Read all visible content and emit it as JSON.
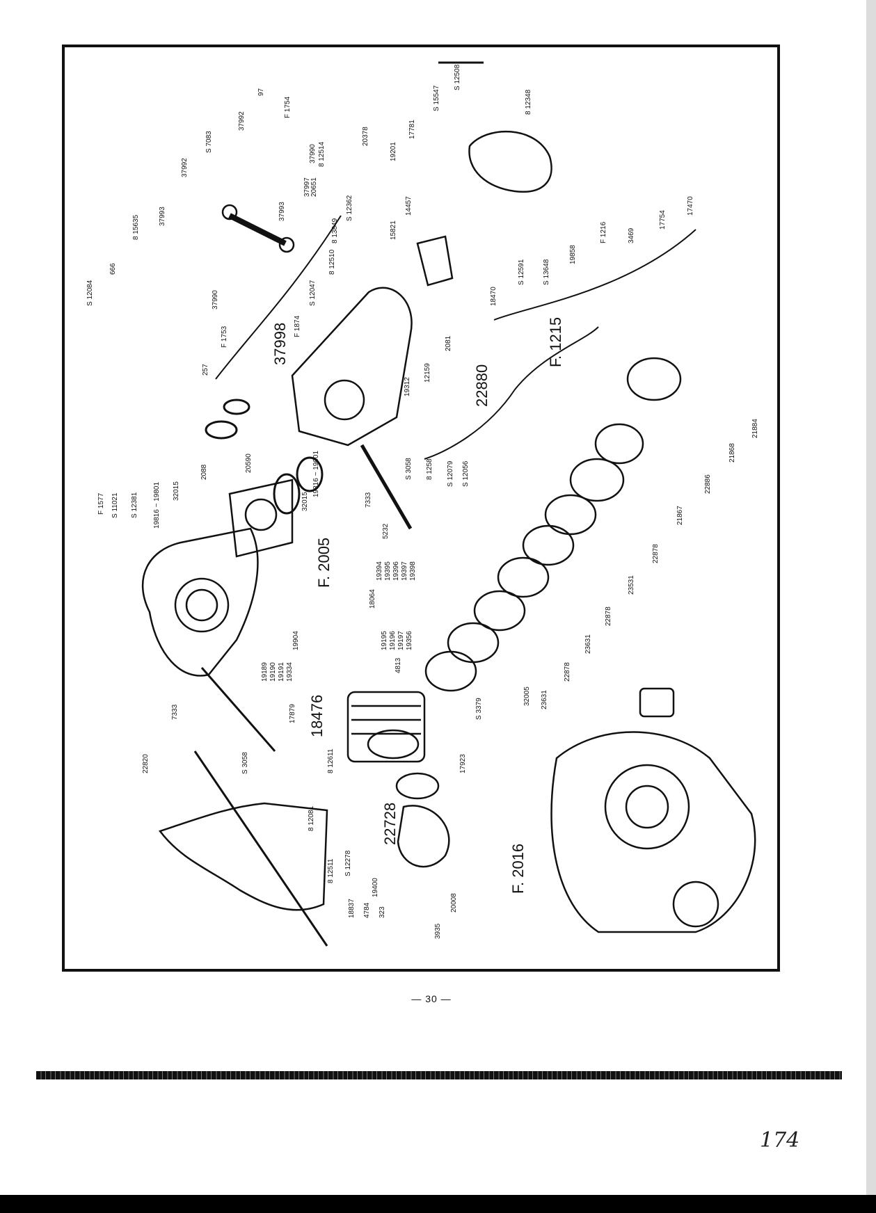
{
  "diagram": {
    "group_labels": [
      "F. 2016",
      "F. 2005",
      "F. 1215"
    ],
    "callouts_big": [
      "37998",
      "22880",
      "18476",
      "22728"
    ],
    "callouts": [
      "97",
      "F 1754",
      "37992",
      "S 7083",
      "37992",
      "37993",
      "8 15635",
      "666",
      "S 12084",
      "37990",
      "F 1753",
      "257",
      "37997",
      "20651",
      "37990",
      "8 12514",
      "20378",
      "37993",
      "8 13849",
      "S 12362",
      "8 12510",
      "S 12047",
      "F 1874",
      "19312",
      "12159",
      "2081",
      "S 15547",
      "S 12508",
      "8 12348",
      "17781",
      "19201",
      "14457",
      "15821",
      "18470",
      "S 12591",
      "S 13648",
      "19858",
      "F 1216",
      "3469",
      "17754",
      "17470",
      "F 1577",
      "S 11021",
      "S 12381",
      "19816 ~ 19801",
      "32015",
      "2088",
      "20590",
      "19816 ~ 19001",
      "32015",
      "7333",
      "S 3058",
      "8 1258",
      "S 12079",
      "S 12056",
      "5232",
      "19394",
      "19395",
      "19396",
      "19397",
      "19398",
      "18064",
      "19195",
      "19196",
      "19197",
      "19356",
      "4813",
      "19189",
      "19190",
      "19191",
      "19334",
      "19904",
      "17879",
      "S 3379",
      "7333",
      "S 3058",
      "8 12611",
      "8 12081",
      "22820",
      "8 12511",
      "S 12278",
      "19400",
      "17923",
      "20008",
      "18837",
      "4784",
      "323",
      "3935",
      "21884",
      "21868",
      "22886",
      "21867",
      "22878",
      "23531",
      "22878",
      "23631",
      "22878",
      "23631",
      "32005"
    ]
  },
  "page_number": "— 30 —",
  "handwritten_note": "174"
}
